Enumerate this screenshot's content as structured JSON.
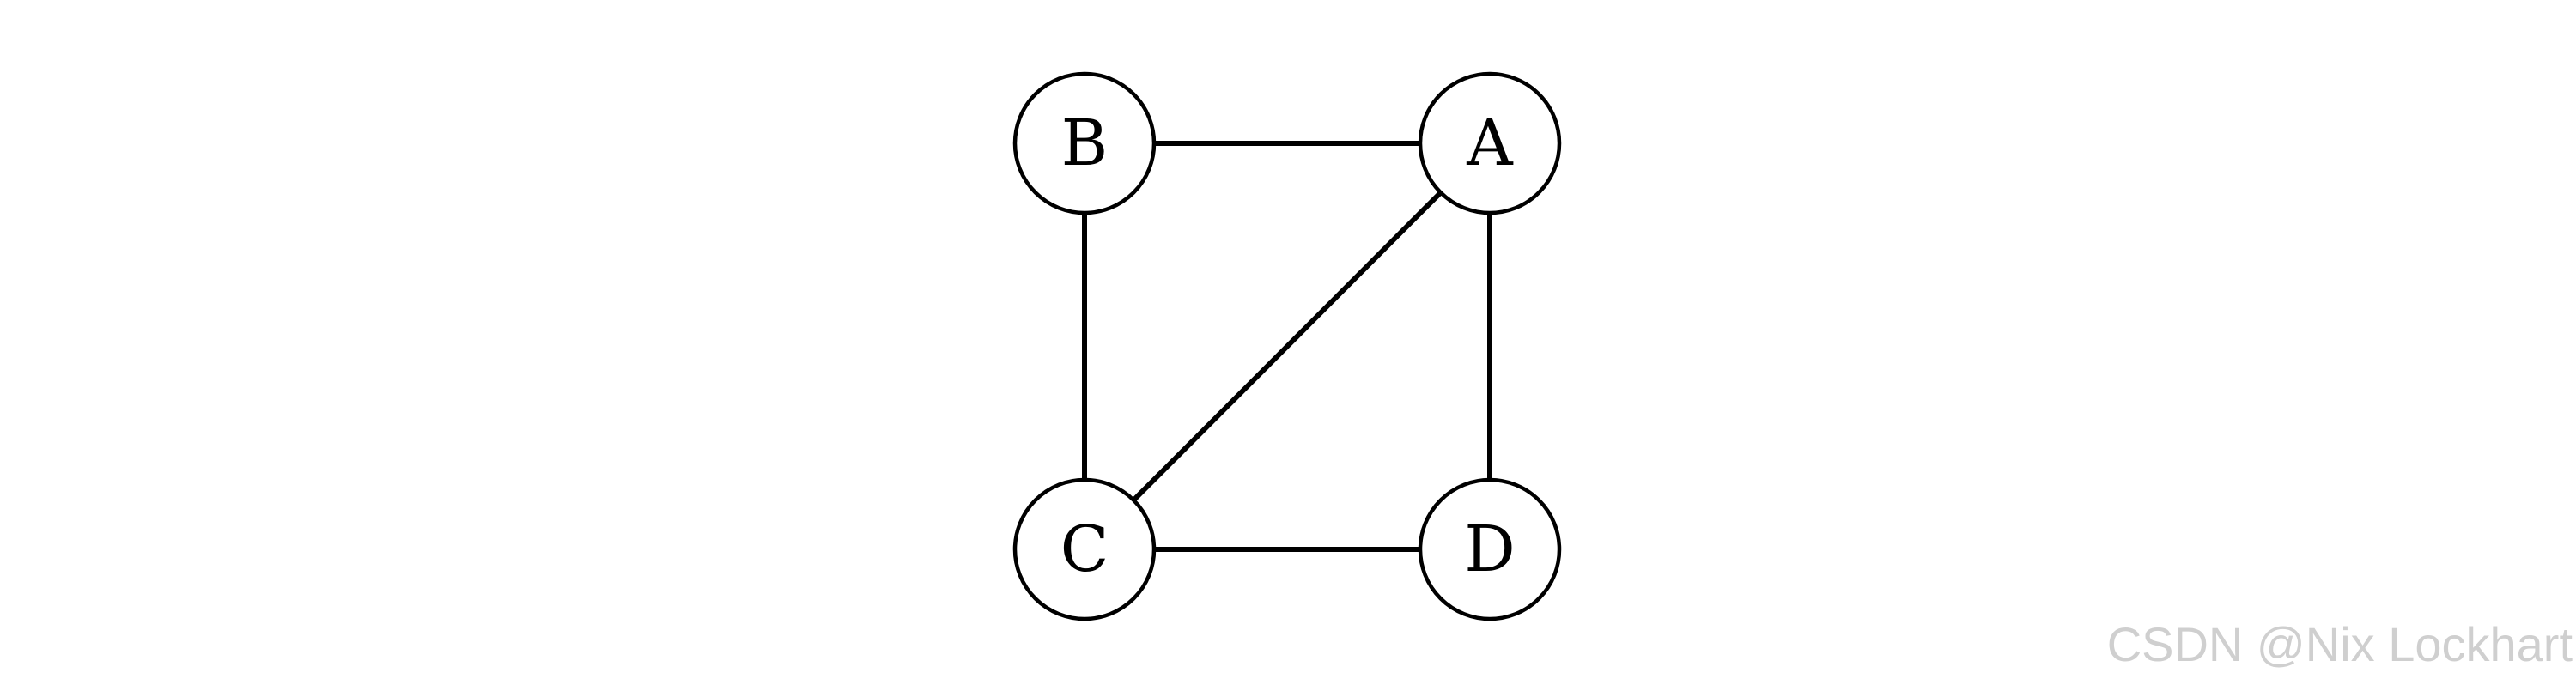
{
  "diagram": {
    "type": "undirected-graph",
    "nodes": [
      {
        "id": "A",
        "label": "A"
      },
      {
        "id": "B",
        "label": "B"
      },
      {
        "id": "C",
        "label": "C"
      },
      {
        "id": "D",
        "label": "D"
      }
    ],
    "edges": [
      {
        "from": "B",
        "to": "A"
      },
      {
        "from": "B",
        "to": "C"
      },
      {
        "from": "A",
        "to": "C"
      },
      {
        "from": "A",
        "to": "D"
      },
      {
        "from": "C",
        "to": "D"
      }
    ],
    "colors": {
      "stroke": "#000000",
      "fill": "#ffffff",
      "watermark": "#cfcfcf"
    }
  },
  "watermark": {
    "text": "CSDN @Nix Lockhart"
  }
}
